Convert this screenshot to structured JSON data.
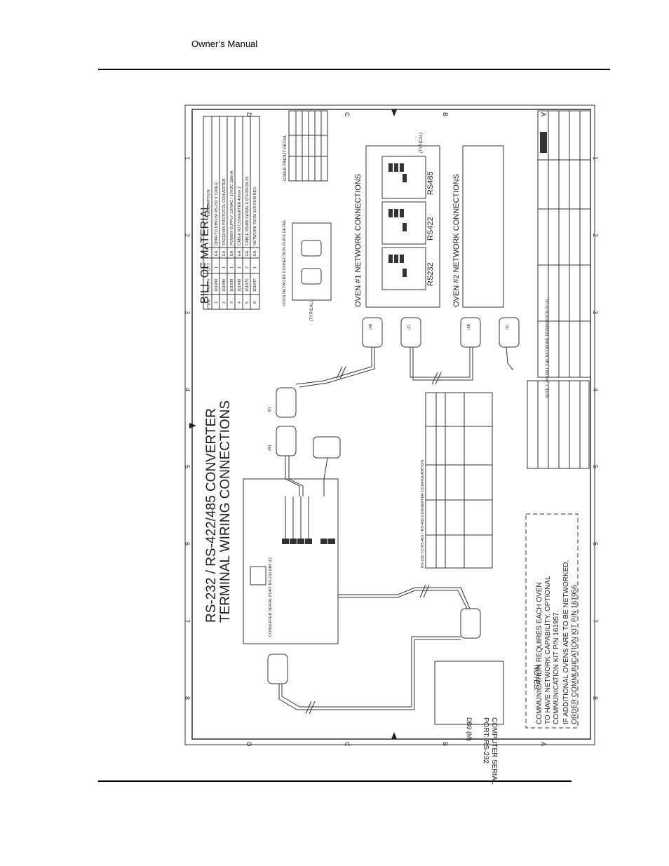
{
  "header": {
    "title": "Owner’s Manual"
  },
  "drawing": {
    "main_title_1": "RS-232 / RS-422/485 CONVERTER",
    "main_title_2": "TERMINAL WIRING CONNECTIONS",
    "bom_title": "BILL OF MATERIAL",
    "bom_headers": [
      "ITEM",
      "PART #",
      "QTY",
      "DESCRIPTION"
    ],
    "bom_rows": [
      [
        "1",
        "161980",
        "1",
        "EA.",
        "DB9F/TO DB9F/M RS-232 6' CABLE"
      ],
      [
        "2",
        "161986",
        "1",
        "EA.",
        "RS232/485 PROTOCOL CONVERTER"
      ],
      [
        "3",
        "161939",
        "1",
        "EA.",
        "POWER SUPPLY 120VAC / 12VDC 150mA"
      ],
      [
        "4",
        "161949",
        "1",
        "EA.",
        "CABLE RJ CONVERTER 40mm 1'"
      ],
      [
        "5",
        "161970",
        "2",
        "EA.",
        "CABLE RS485 SERIAL EXTENSION 25'"
      ],
      [
        "6",
        "161947",
        "1",
        "EA.",
        "NETWORK TERM 120 OHM RES."
      ]
    ],
    "oven1": "OVEN #1 NETWORK CONNECTIONS",
    "oven2": "OVEN #2 NETWORK CONNECTIONS",
    "rs232": "RS232",
    "rs422": "RS422",
    "rs485": "RS485",
    "typical": "(TYPICAL)",
    "cable_pinout": "CABLE PINOUT DETAIL",
    "plate_detail": "OVEN NETWORK CONNECTION PLATE DETAIL",
    "computer_port_1": "COMPUTER SERIAL",
    "computer_port_2": "PORT: RS-232",
    "computer_port_3": "DB9 (M)",
    "converter_port": "CONVERTER SERIAL PORT RS-232 DB9 (F)",
    "config_title": "RS-232 TO RS-422 / RS-485 CONVERTER CONFIGURATION",
    "notes_title": "NOTES:",
    "note_1": "COMMUNICATION REQUIRES EACH OVEN",
    "note_2": "TO HAVE NETWORK CAPABILITY.  OPTIONAL",
    "note_3": "COMMUNICATION KIT P/N 161957.",
    "note_4": "IF ADDITIONAL OVENS ARE TO BE NETWORKED,",
    "note_5": "ORDER COMMUNICATION KIT P/N 161956.",
    "note_term": "NOTE 2: INSTALL THE NETWORK TERMINATION PLUG.",
    "label_m": "(M)",
    "label_f": "(F)",
    "zone_letters": [
      "D",
      "C",
      "B",
      "A"
    ],
    "zone_numbers": [
      "1",
      "2",
      "3",
      "4",
      "5",
      "6",
      "7",
      "8"
    ]
  }
}
